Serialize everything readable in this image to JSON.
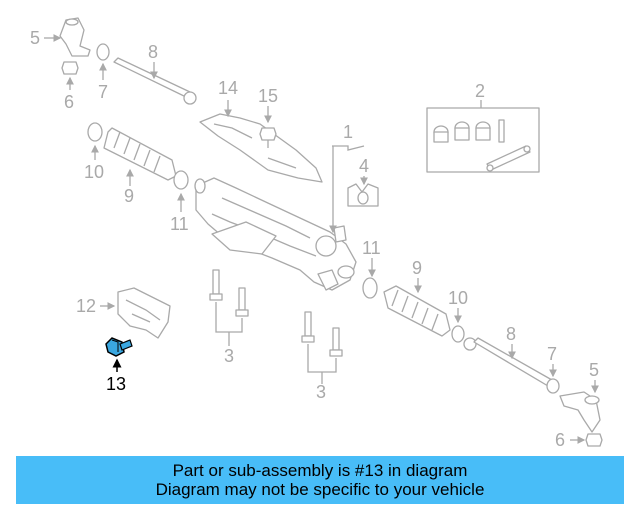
{
  "diagram": {
    "callouts": [
      {
        "id": "c5a",
        "text": "5"
      },
      {
        "id": "c6a",
        "text": "6"
      },
      {
        "id": "c7a",
        "text": "7"
      },
      {
        "id": "c8a",
        "text": "8"
      },
      {
        "id": "c10a",
        "text": "10"
      },
      {
        "id": "c9a",
        "text": "9"
      },
      {
        "id": "c11a",
        "text": "11"
      },
      {
        "id": "c14",
        "text": "14"
      },
      {
        "id": "c15",
        "text": "15"
      },
      {
        "id": "c1",
        "text": "1"
      },
      {
        "id": "c4",
        "text": "4"
      },
      {
        "id": "c2",
        "text": "2"
      },
      {
        "id": "c11b",
        "text": "11"
      },
      {
        "id": "c9b",
        "text": "9"
      },
      {
        "id": "c10b",
        "text": "10"
      },
      {
        "id": "c8b",
        "text": "8"
      },
      {
        "id": "c7b",
        "text": "7"
      },
      {
        "id": "c5b",
        "text": "5"
      },
      {
        "id": "c6b",
        "text": "6"
      },
      {
        "id": "c12",
        "text": "12"
      },
      {
        "id": "c3a",
        "text": "3"
      },
      {
        "id": "c3b",
        "text": "3"
      },
      {
        "id": "c13",
        "text": "13"
      }
    ],
    "highlight_part": "13",
    "colors": {
      "part_line": "#a9a9a9",
      "highlight": "#000000",
      "highlight_fill": "#3aa7e0"
    }
  },
  "caption": {
    "line1": "Part or sub-assembly is #13 in diagram",
    "line2": "Diagram may not be specific to your vehicle",
    "background": "#48bdf8"
  }
}
